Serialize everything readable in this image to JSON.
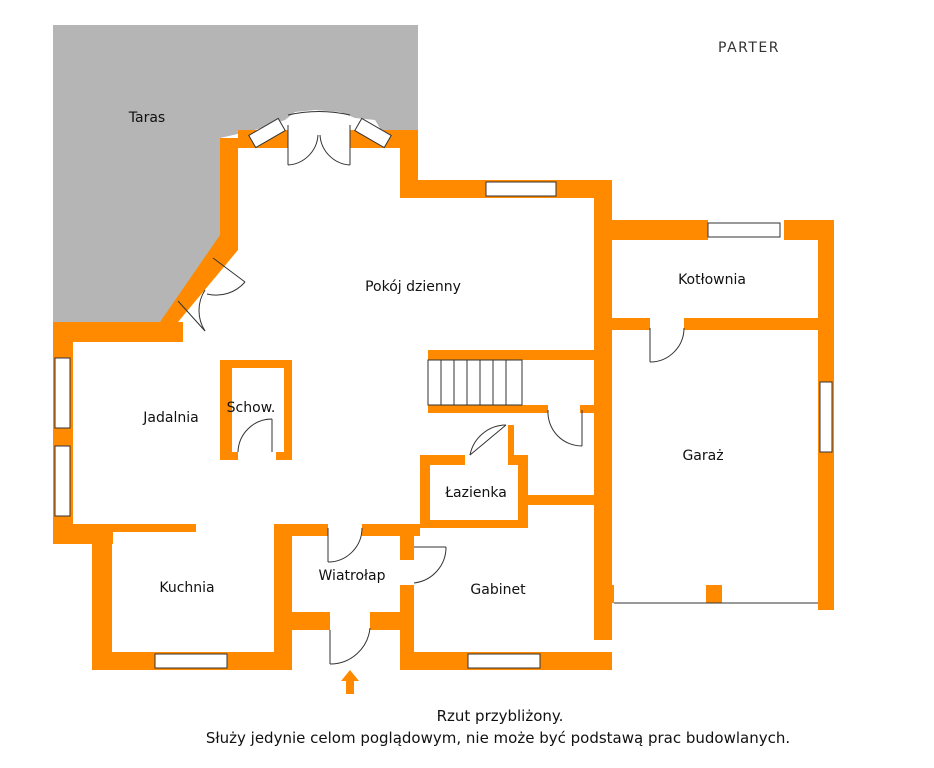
{
  "plan": {
    "title": "PARTER",
    "colors": {
      "wall": "#FF8A00",
      "terrace": "#B5B5B5",
      "window": "#FFFFFF",
      "line": "#333333"
    },
    "rooms": {
      "taras": "Taras",
      "pokoj_dzienny": "Pokój dzienny",
      "kotlownia": "Kotłownia",
      "jadalnia": "Jadalnia",
      "schowek": "Schow.",
      "garaz": "Garaż",
      "lazienka": "Łazienka",
      "kuchnia": "Kuchnia",
      "wiatrolap": "Wiatrołap",
      "gabinet": "Gabinet"
    },
    "note_line1": "Rzut przybliżony.",
    "note_line2": "Służy jedynie celom poglądowym, nie może być podstawą prac budowlanych.",
    "entrance_arrow_icon": "arrow-up-icon"
  }
}
